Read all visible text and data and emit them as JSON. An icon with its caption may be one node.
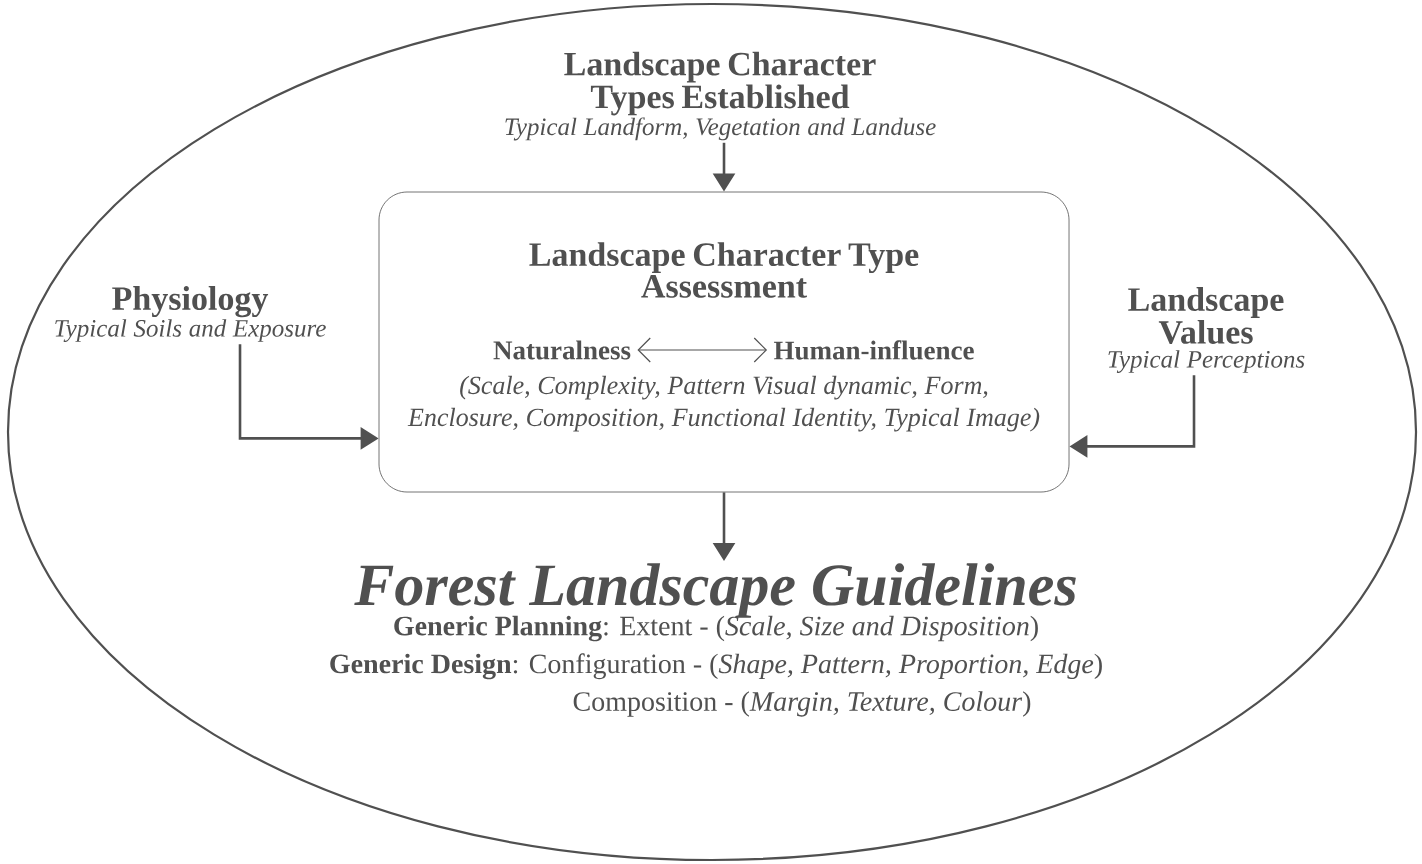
{
  "diagram": {
    "nodes": [
      {
        "text": [],
        "shape": "ellipse"
      },
      {
        "text": [
          "Landscape Character Types Established",
          "Typical Landform, Vegetation and Landuse"
        ],
        "in": 0
      },
      {
        "text": [
          "Physiology",
          "Typical Soils and Exposure"
        ],
        "in": 0
      },
      {
        "text": [
          "Landscape Character Type Assessment",
          "(Scale, Complexity, Pattern Visual dynamic, Form, Enclosure, Composition, Functional Identity, Typical Image)"
        ],
        "in": 0
      },
      {
        "text": [
          "Naturalness"
        ],
        "in": 3
      },
      {
        "text": [
          "Human-influence"
        ],
        "in": 3
      },
      {
        "text": [
          "Landscape Values",
          "Typical Perceptions"
        ],
        "in": 0
      },
      {
        "text": [
          "Forest Landscape Guidelines",
          "**Generic Planning**: Extent - (*Scale, Size and Disposition*)",
          "**Generic Design**: Configuration - (*Shape, Pattern, Proportion, Edge*)",
          "Composition - (*Margin, Texture, Colour*)"
        ],
        "in": 0
      }
    ],
    "edges": [
      {
        "from": 1,
        "to": 3,
        "arrow": "to"
      },
      {
        "from": 2,
        "to": 3,
        "arrow": "to"
      },
      {
        "from": 6,
        "to": 3,
        "arrow": "to"
      },
      {
        "from": 4,
        "to": 5,
        "arrow": "both"
      },
      {
        "from": 3,
        "to": 7,
        "arrow": "to"
      }
    ]
  }
}
